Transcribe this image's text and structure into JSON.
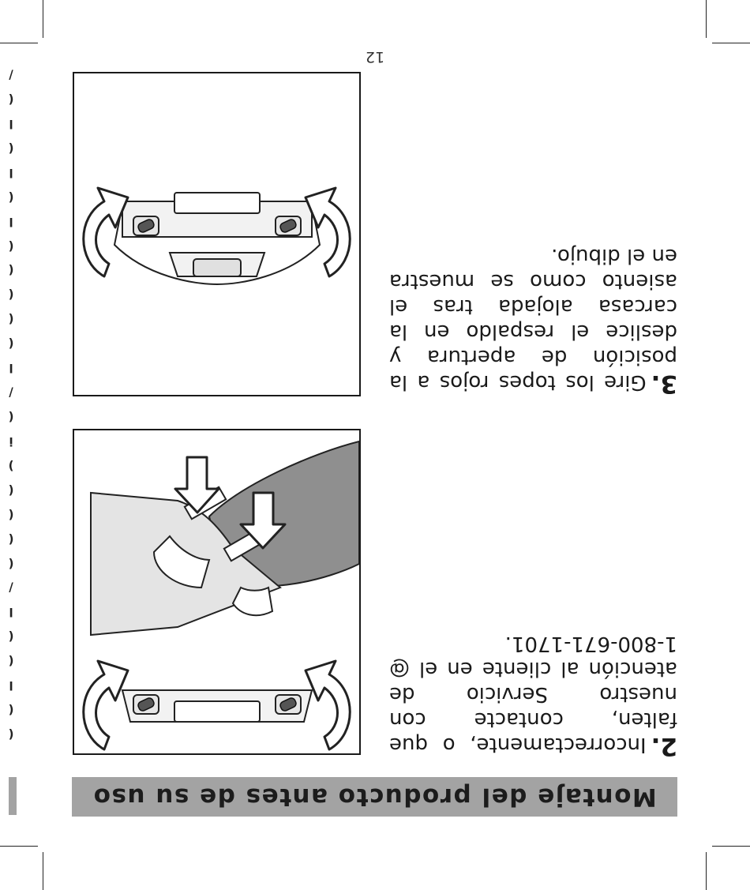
{
  "header": {
    "title": "Montaje del producto antes de su uso"
  },
  "steps": [
    {
      "number": "2.",
      "text": "Incorrectamente, o que falten, contacte con nuestro Servicio de atención al cliente en el @ 1-800-671-1701."
    },
    {
      "number": "3.",
      "text": "Gire los topes rojos a la posición de apertura y deslice el respaldo en la carcasa alojada tras el asiento como se muestra en el dibujo."
    }
  ],
  "figures": [
    {
      "illustration": "seat-shell-arrows-down"
    },
    {
      "illustration": "seat-stops-rotation-arrows"
    }
  ],
  "colors": {
    "title_bar": "#a3a3a3",
    "shell_gray": "#8f8f8f",
    "light_gray": "#e4e4e4"
  },
  "page_number": "12",
  "spine_marks": [
    "(",
    "(",
    "l",
    "(",
    "(",
    "l",
    "/",
    "(",
    "(",
    "(",
    "(",
    ")",
    "i",
    "(",
    "/",
    "l",
    "(",
    "(",
    "(",
    "(",
    "(",
    "l",
    "(",
    "l",
    "(",
    "l",
    "(",
    "/"
  ]
}
